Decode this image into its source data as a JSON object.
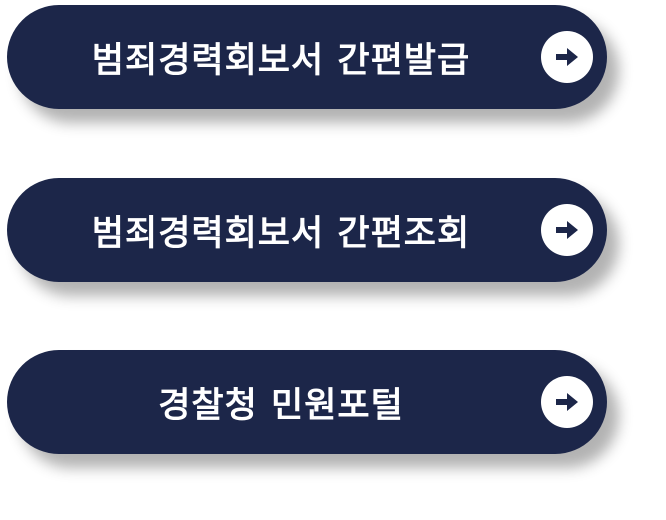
{
  "buttons": [
    {
      "label": "범죄경력회보서 간편발급",
      "icon": "arrow-right-circle-icon"
    },
    {
      "label": "범죄경력회보서 간편조회",
      "icon": "arrow-right-circle-icon"
    },
    {
      "label": "경찰청 민원포털",
      "icon": "arrow-right-circle-icon"
    }
  ],
  "colors": {
    "button_bg": "#1c2649",
    "text": "#ffffff",
    "icon_bg": "#ffffff",
    "icon_fg": "#1c2649"
  }
}
